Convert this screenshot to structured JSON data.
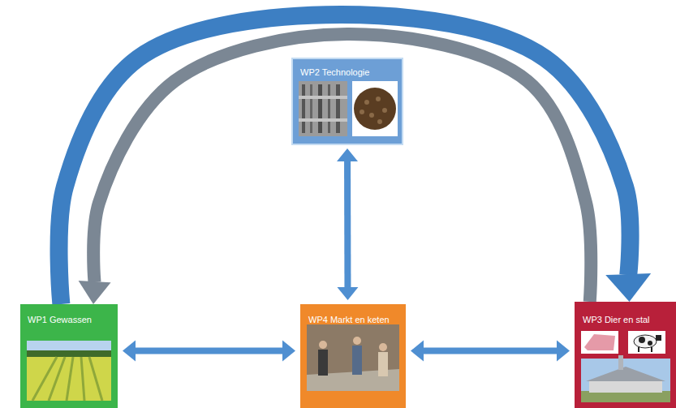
{
  "diagram": {
    "nodes": [
      {
        "text": [
          "WP2 Technologie"
        ]
      },
      {
        "text": [
          "WP1 Gewassen"
        ]
      },
      {
        "text": [
          "WP4 Markt en keten"
        ]
      },
      {
        "text": [
          "WP3 Dier en stal"
        ]
      }
    ],
    "edges": [
      {
        "from": 1,
        "to": 3,
        "arrow": "to"
      },
      {
        "from": 3,
        "to": 1,
        "arrow": "to"
      },
      {
        "from": 0,
        "to": 2,
        "arrow": "both"
      },
      {
        "from": 1,
        "to": 2,
        "arrow": "both"
      },
      {
        "from": 2,
        "to": 3,
        "arrow": "both"
      }
    ]
  }
}
